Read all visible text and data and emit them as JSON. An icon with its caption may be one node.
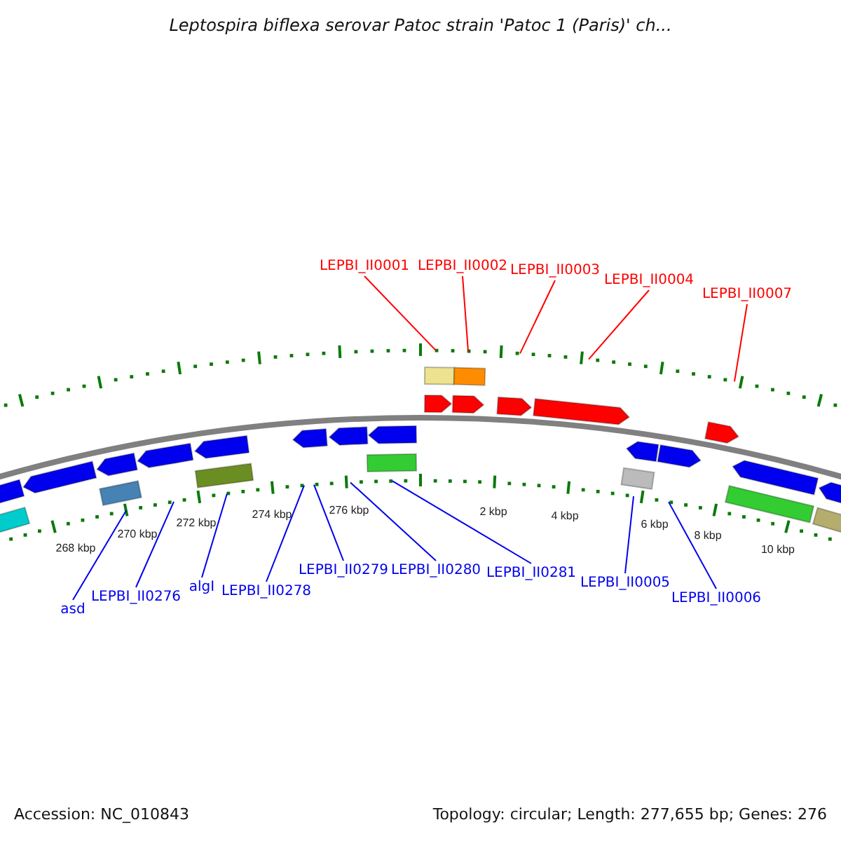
{
  "diagram": {
    "title": "Leptospira biflexa serovar Patoc strain 'Patoc 1 (Paris)' ch...",
    "nodes": [
      {
        "text": [
          "LEPBI_II0001"
        ]
      },
      {
        "text": [
          "LEPBI_II0002"
        ]
      },
      {
        "text": [
          "LEPBI_II0003"
        ]
      },
      {
        "text": [
          "LEPBI_II0004"
        ]
      },
      {
        "text": [
          "LEPBI_II0007"
        ]
      },
      {
        "text": [
          "asd"
        ]
      },
      {
        "text": [
          "LEPBI_II0276"
        ]
      },
      {
        "text": [
          "algI"
        ]
      },
      {
        "text": [
          "LEPBI_II0278"
        ]
      },
      {
        "text": [
          "LEPBI_II0279"
        ]
      },
      {
        "text": [
          "LEPBI_II0280"
        ]
      },
      {
        "text": [
          "LEPBI_II0281"
        ]
      },
      {
        "text": [
          "LEPBI_II0005"
        ]
      },
      {
        "text": [
          "LEPBI_II0006"
        ]
      },
      {
        "text": [],
        "shape": "arc"
      },
      {
        "text": [],
        "shape": "arc"
      }
    ],
    "edges": [
      {
        "from": 0,
        "to": 14,
        "arrow": "none",
        "color": "#ff0000"
      },
      {
        "from": 1,
        "to": 14,
        "arrow": "none",
        "color": "#ff0000"
      },
      {
        "from": 2,
        "to": 14,
        "arrow": "none",
        "color": "#ff0000"
      },
      {
        "from": 3,
        "to": 14,
        "arrow": "none",
        "color": "#ff0000"
      },
      {
        "from": 4,
        "to": 14,
        "arrow": "none",
        "color": "#ff0000"
      },
      {
        "from": 5,
        "to": 15,
        "arrow": "none"
      },
      {
        "from": 6,
        "to": 15,
        "arrow": "none"
      },
      {
        "from": 7,
        "to": 15,
        "arrow": "none"
      },
      {
        "from": 8,
        "to": 15,
        "arrow": "none"
      },
      {
        "from": 9,
        "to": 15,
        "arrow": "none"
      },
      {
        "from": 10,
        "to": 15,
        "arrow": "none"
      },
      {
        "from": 11,
        "to": 15,
        "arrow": "none"
      },
      {
        "from": 12,
        "to": 15,
        "arrow": "none"
      },
      {
        "from": 13,
        "to": 15,
        "arrow": "none"
      }
    ],
    "labels": [
      "268 kbp",
      "270 kbp",
      "272 kbp",
      "274 kbp",
      "276 kbp",
      "2 kbp",
      "4 kbp",
      "6 kbp",
      "8 kbp",
      "10 kbp",
      "Accession: NC_010843",
      "Topology: circular; Length: 277,655 bp; Genes: 276"
    ]
  }
}
